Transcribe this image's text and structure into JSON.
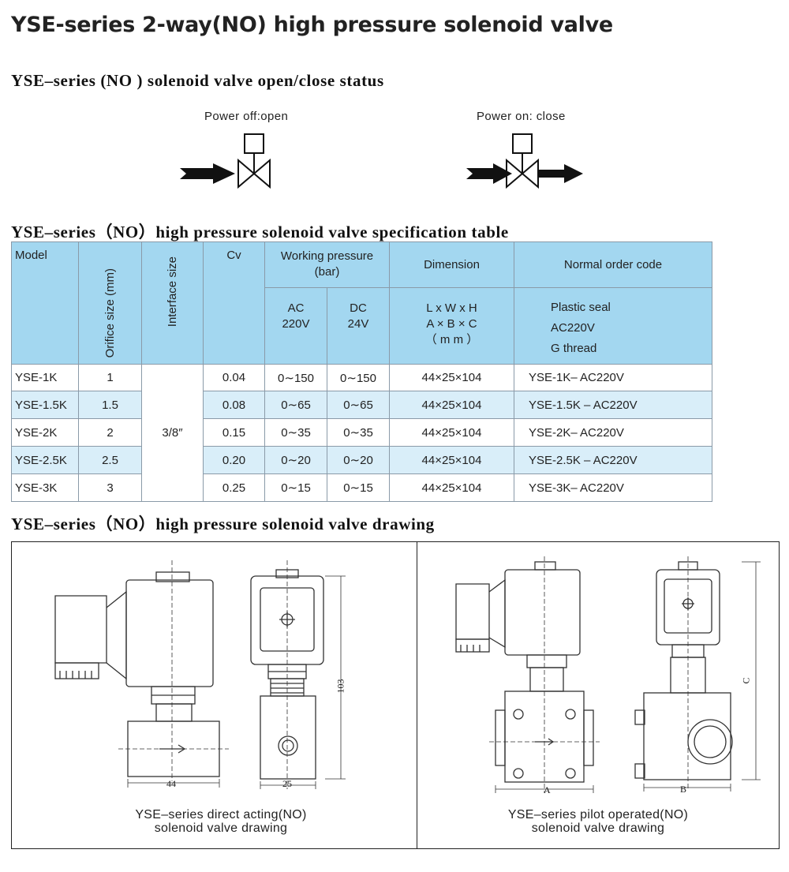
{
  "page_title": "YSE-series 2-way(NO) high pressure solenoid valve",
  "status_section": {
    "heading": "YSE–series (NO ) solenoid valve open/close status",
    "power_off_label": "Power off:open",
    "power_on_label": "Power on: close"
  },
  "spec_section": {
    "heading": "YSE–series（NO）high pressure solenoid valve specification table",
    "headers": {
      "model": "Model",
      "orifice": "Orifice size (mm)",
      "interface": "Interface size",
      "cv": "Cv",
      "working_pressure_line1": "Working pressure",
      "working_pressure_line2": "(bar)",
      "ac_line1": "AC",
      "ac_line2": "220V",
      "dc_line1": "DC",
      "dc_line2": "24V",
      "dimension": "Dimension",
      "dimension_sub": [
        "L x W x H",
        "A × B × C",
        "（ m m ）"
      ],
      "order_code": "Normal order code",
      "order_code_sub": [
        "Plastic seal",
        "AC220V",
        "G thread"
      ]
    },
    "interface_value": "3/8″",
    "rows": [
      {
        "model": "YSE-1K",
        "orifice": "1",
        "cv": "0.04",
        "ac": "0∼150",
        "dc": "0∼150",
        "dim": "44×25×104",
        "code": "YSE-1K–  AC220V"
      },
      {
        "model": "YSE-1.5K",
        "orifice": "1.5",
        "cv": "0.08",
        "ac": "0∼65",
        "dc": "0∼65",
        "dim": "44×25×104",
        "code": "YSE-1.5K – AC220V"
      },
      {
        "model": "YSE-2K",
        "orifice": "2",
        "cv": "0.15",
        "ac": "0∼35",
        "dc": "0∼35",
        "dim": "44×25×104",
        "code": "YSE-2K–  AC220V"
      },
      {
        "model": "YSE-2.5K",
        "orifice": "2.5",
        "cv": "0.20",
        "ac": "0∼20",
        "dc": "0∼20",
        "dim": "44×25×104",
        "code": "YSE-2.5K – AC220V"
      },
      {
        "model": "YSE-3K",
        "orifice": "3",
        "cv": "0.25",
        "ac": "0∼15",
        "dc": "0∼15",
        "dim": "44×25×104",
        "code": "YSE-3K–  AC220V"
      }
    ]
  },
  "drawing_section": {
    "heading": "YSE–series（NO）high pressure solenoid valve drawing",
    "left_dims": {
      "length": "44",
      "width": "25",
      "height": "103"
    },
    "right_dims": {
      "a": "A",
      "b": "B",
      "c": "C"
    },
    "left_caption": [
      "YSE–series direct acting(NO)",
      "solenoid valve drawing"
    ],
    "right_caption": [
      "YSE–series pilot operated(NO)",
      "solenoid valve drawing"
    ]
  }
}
